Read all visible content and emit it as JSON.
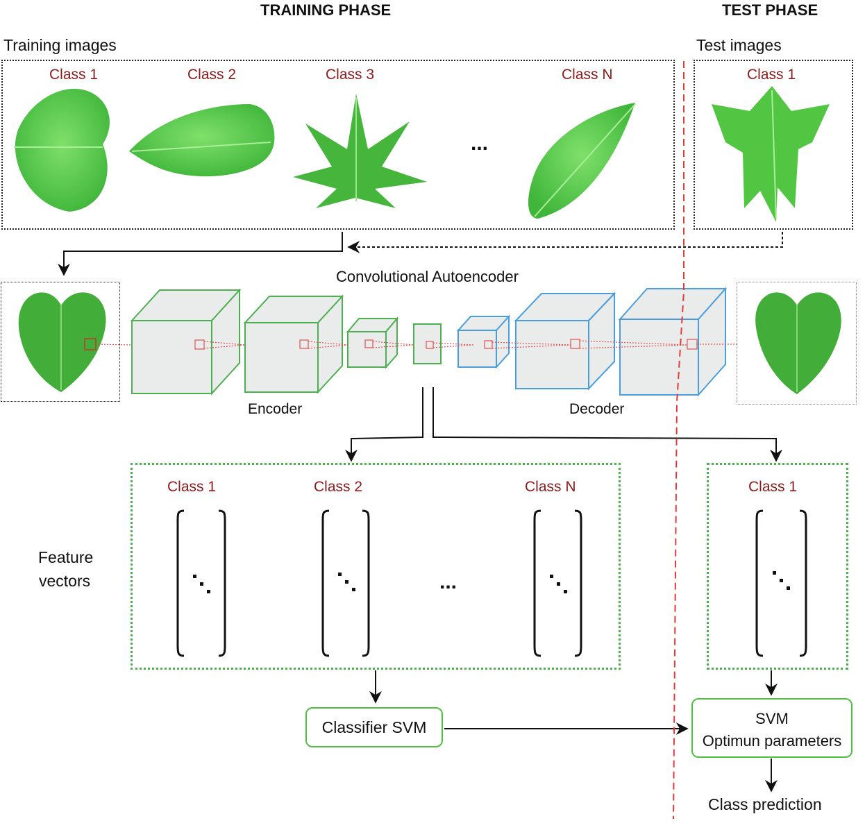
{
  "phases": {
    "training": "TRAINING PHASE",
    "test": "TEST PHASE"
  },
  "training_images": {
    "label": "Training images",
    "classes": [
      "Class 1",
      "Class 2",
      "Class 3",
      "Class N"
    ],
    "ellipsis": "..."
  },
  "test_images": {
    "label": "Test images",
    "class": "Class 1"
  },
  "autoencoder": {
    "title": "Convolutional Autoencoder",
    "encoder": "Encoder",
    "decoder": "Decoder"
  },
  "features": {
    "label_line1": "Feature",
    "label_line2": "vectors",
    "training_classes": [
      "Class 1",
      "Class 2",
      "Class N"
    ],
    "test_class": "Class 1",
    "ellipsis": "..."
  },
  "classifier": {
    "label": "Classifier SVM"
  },
  "svm": {
    "line1": "SVM",
    "line2": "Optimun parameters"
  },
  "prediction": {
    "label": "Class prediction"
  },
  "colors": {
    "class_text": "#8b1a1a",
    "encoder": "#4caf50",
    "decoder": "#4a9ee0",
    "cube_fill": "#e9ecea",
    "test_split": "#e53935"
  },
  "icons": [
    "leaf-image",
    "encoder-cube",
    "decoder-cube",
    "feature-vector-matrix",
    "arrow"
  ]
}
